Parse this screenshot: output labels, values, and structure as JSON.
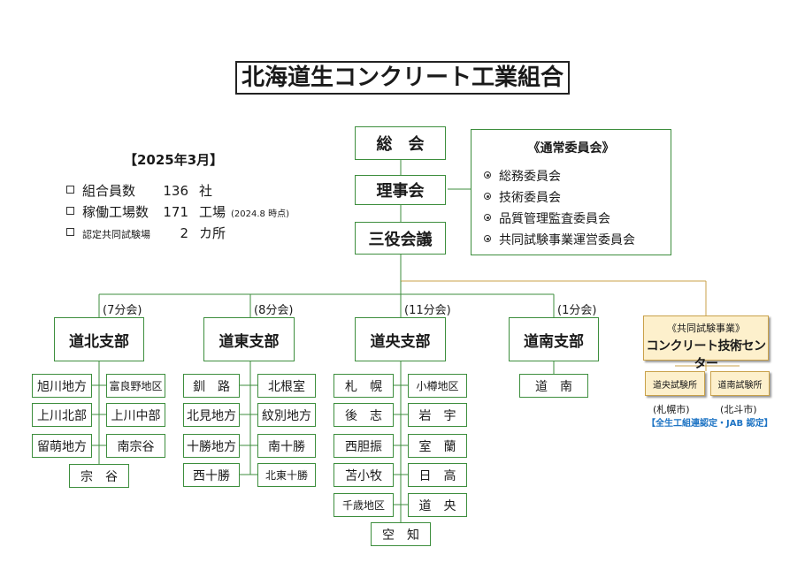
{
  "title": "北海道生コンクリート工業組合",
  "stats": {
    "heading": "【2025年3月】",
    "rows": [
      {
        "label": "組合員数",
        "value": "136",
        "unit": "社",
        "note": ""
      },
      {
        "label": "稼働工場数",
        "value": "171",
        "unit": "工場",
        "note": "(2024.8 時点)"
      },
      {
        "label": "認定共同試験場",
        "value": "2",
        "unit": "カ所",
        "note": ""
      }
    ]
  },
  "top": {
    "general": "総　会",
    "board": "理事会",
    "officers": "三役会議"
  },
  "committee": {
    "heading": "《通常委員会》",
    "items": [
      "総務委員会",
      "技術委員会",
      "品質管理監査委員会",
      "共同試験事業運営委員会"
    ]
  },
  "branches": {
    "north": {
      "name": "道北支部",
      "count": "(7分会)",
      "left": [
        "旭川地方",
        "上川北部",
        "留萌地方"
      ],
      "right": [
        "富良野地区",
        "上川中部",
        "南宗谷"
      ],
      "bottom": "宗　谷"
    },
    "east": {
      "name": "道東支部",
      "count": "(8分会)",
      "left": [
        "釧　路",
        "北見地方",
        "十勝地方",
        "西十勝"
      ],
      "right": [
        "北根室",
        "紋別地方",
        "南十勝",
        "北東十勝"
      ]
    },
    "central": {
      "name": "道央支部",
      "count": "(11分会)",
      "left": [
        "札　幌",
        "後　志",
        "西胆振",
        "苫小牧",
        "千歳地区"
      ],
      "right": [
        "小樽地区",
        "岩　宇",
        "室　蘭",
        "日　高",
        "道　央"
      ],
      "bottom": "空　知"
    },
    "south": {
      "name": "道南支部",
      "count": "(1分会)",
      "items": [
        "道　南"
      ]
    }
  },
  "test_center": {
    "subtitle": "《共同試験事業》",
    "name": "コンクリート技術センター",
    "labs": [
      {
        "name": "道央試験所",
        "city": "(札幌市)"
      },
      {
        "name": "道南試験所",
        "city": "(北斗市)"
      }
    ],
    "certification": "【全生工組連認定・JAB 認定】"
  },
  "colors": {
    "box_border": "#3d8e3d",
    "line": "#3d8e3d",
    "center_fill": "#fdf0cc",
    "center_line": "#c9a14a",
    "cert_text": "#1e74c4"
  }
}
